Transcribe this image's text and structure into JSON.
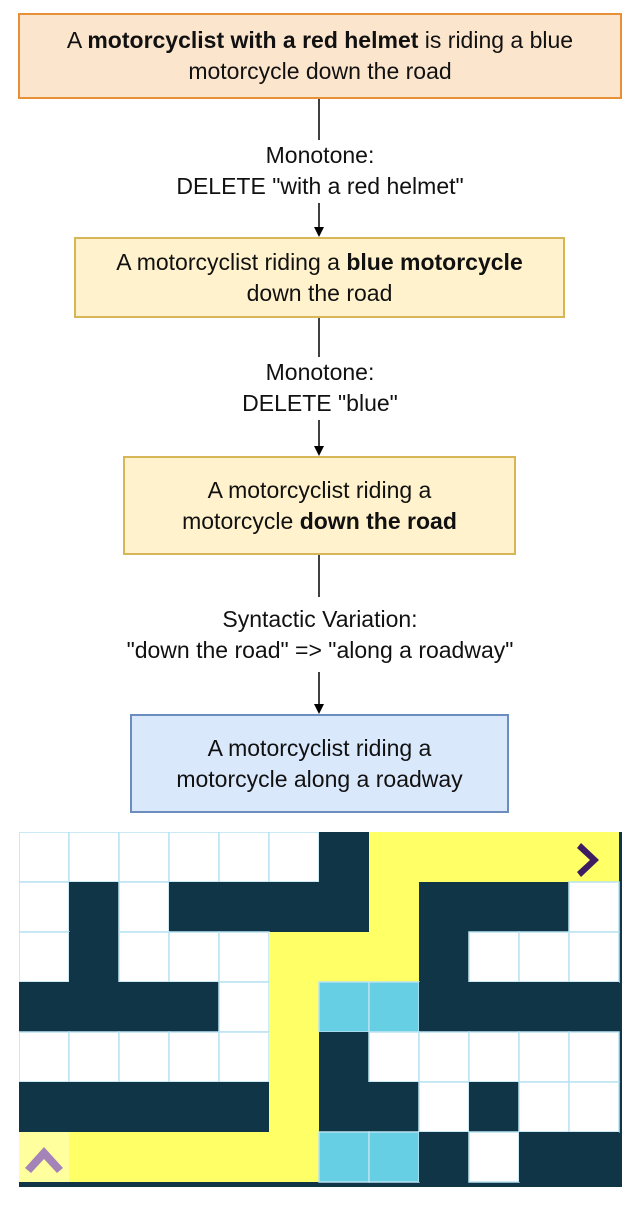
{
  "flow": {
    "box1": {
      "pre": "A ",
      "bold": "motorcyclist with a red helmet",
      "post": " is riding a blue motorcycle down the road"
    },
    "step1": {
      "line1": "Monotone:",
      "line2": "DELETE \"with a red helmet\""
    },
    "box2": {
      "pre": "A motorcyclist riding a ",
      "bold": "blue motorcycle",
      "post": " down the road"
    },
    "step2": {
      "line1": "Monotone:",
      "line2": "DELETE \"blue\""
    },
    "box3": {
      "pre": "A motorcyclist riding a motorcycle ",
      "bold": "down the road",
      "post": ""
    },
    "step3": {
      "line1": "Syntactic Variation:",
      "line2": "\"down the road\" => \"along a roadway\""
    },
    "box4": {
      "pre": "A motorcyclist riding a motorcycle along a roadway",
      "bold": "",
      "post": ""
    }
  },
  "maze": {
    "rows": [
      "WWWWWWBYYYYY",
      "WBWBBBBYBBBW",
      "WBWWWYYYBWWW",
      "BBBBWYCCBBBB",
      "WWWWWYBWWWWW",
      "BBBBBYBBWBWW",
      "YYYYYYCCBWBB"
    ],
    "colors": {
      "wall": "#0f3547",
      "open": "#ffffff",
      "path": "#ffff66",
      "cyan": "#66cfe3",
      "grid": "#b9e3f2",
      "start_bg": "#ffff9e",
      "marker": "#3d1c62",
      "start_marker": "#a484b8"
    },
    "end_icon": "chevron-right-icon",
    "start_icon": "chevron-up-icon"
  }
}
